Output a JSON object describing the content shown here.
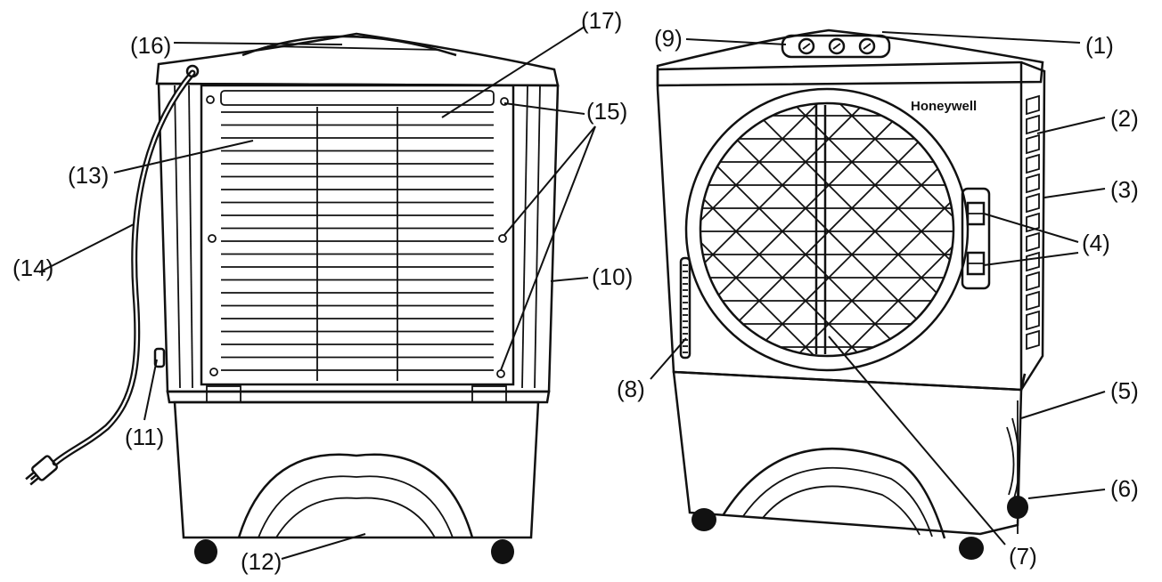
{
  "brand": {
    "logo_text": "Honeywell"
  },
  "labels": [
    {
      "id": "1",
      "text": "(1)"
    },
    {
      "id": "2",
      "text": "(2)"
    },
    {
      "id": "3",
      "text": "(3)"
    },
    {
      "id": "4",
      "text": "(4)"
    },
    {
      "id": "5",
      "text": "(5)"
    },
    {
      "id": "6",
      "text": "(6)"
    },
    {
      "id": "7",
      "text": "(7)"
    },
    {
      "id": "8",
      "text": "(8)"
    },
    {
      "id": "9",
      "text": "(9)"
    },
    {
      "id": "10",
      "text": "(10)"
    },
    {
      "id": "11",
      "text": "(11)"
    },
    {
      "id": "12",
      "text": "(12)"
    },
    {
      "id": "13",
      "text": "(13)"
    },
    {
      "id": "14",
      "text": "(14)"
    },
    {
      "id": "15",
      "text": "(15)"
    },
    {
      "id": "16",
      "text": "(16)"
    },
    {
      "id": "17",
      "text": "(17)"
    }
  ]
}
